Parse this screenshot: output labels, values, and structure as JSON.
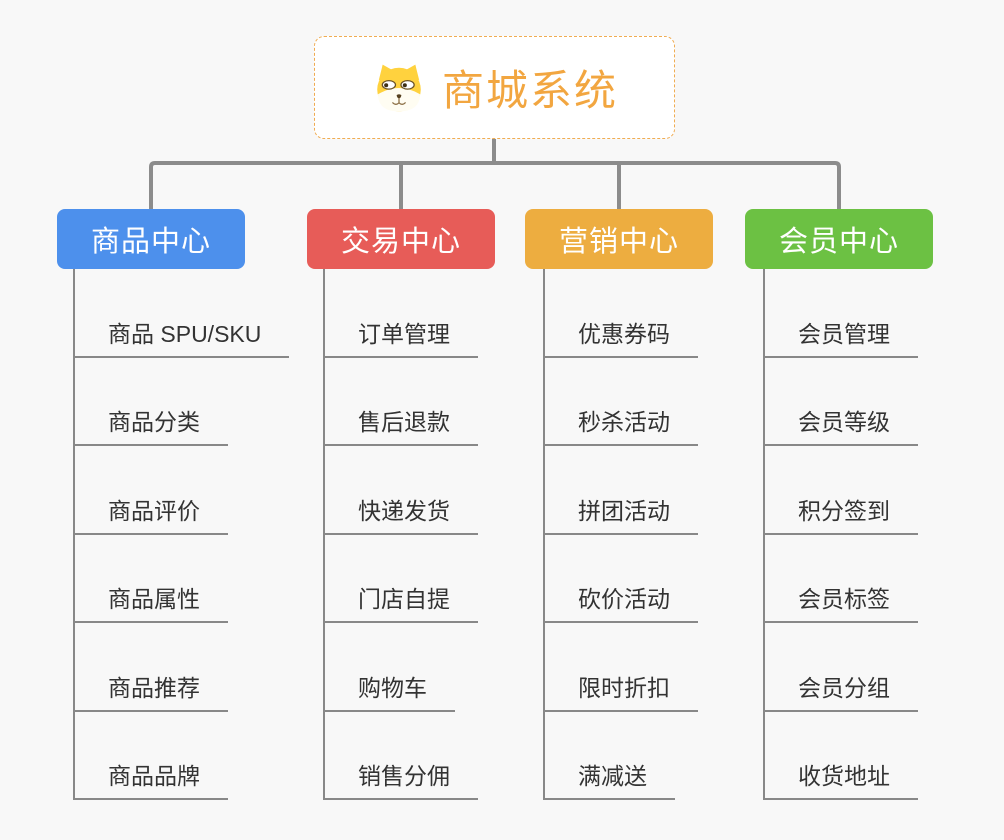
{
  "canvas": {
    "background": "#f8f8f8",
    "connector_color": "#8c8c8c",
    "underline_color": "#888888"
  },
  "root": {
    "label": "商城系统",
    "icon": "doge-icon",
    "text_color": "#f2a640",
    "border_color": "#f0ac52"
  },
  "branches": [
    {
      "label": "商品中心",
      "color": "#4d90ec",
      "children": [
        "商品 SPU/SKU",
        "商品分类",
        "商品评价",
        "商品属性",
        "商品推荐",
        "商品品牌"
      ]
    },
    {
      "label": "交易中心",
      "color": "#e75c58",
      "children": [
        "订单管理",
        "售后退款",
        "快递发货",
        "门店自提",
        "购物车",
        "销售分佣"
      ]
    },
    {
      "label": "营销中心",
      "color": "#edad40",
      "children": [
        "优惠券码",
        "秒杀活动",
        "拼团活动",
        "砍价活动",
        "限时折扣",
        "满减送"
      ]
    },
    {
      "label": "会员中心",
      "color": "#6cc143",
      "children": [
        "会员管理",
        "会员等级",
        "积分签到",
        "会员标签",
        "会员分组",
        "收货地址"
      ]
    }
  ]
}
